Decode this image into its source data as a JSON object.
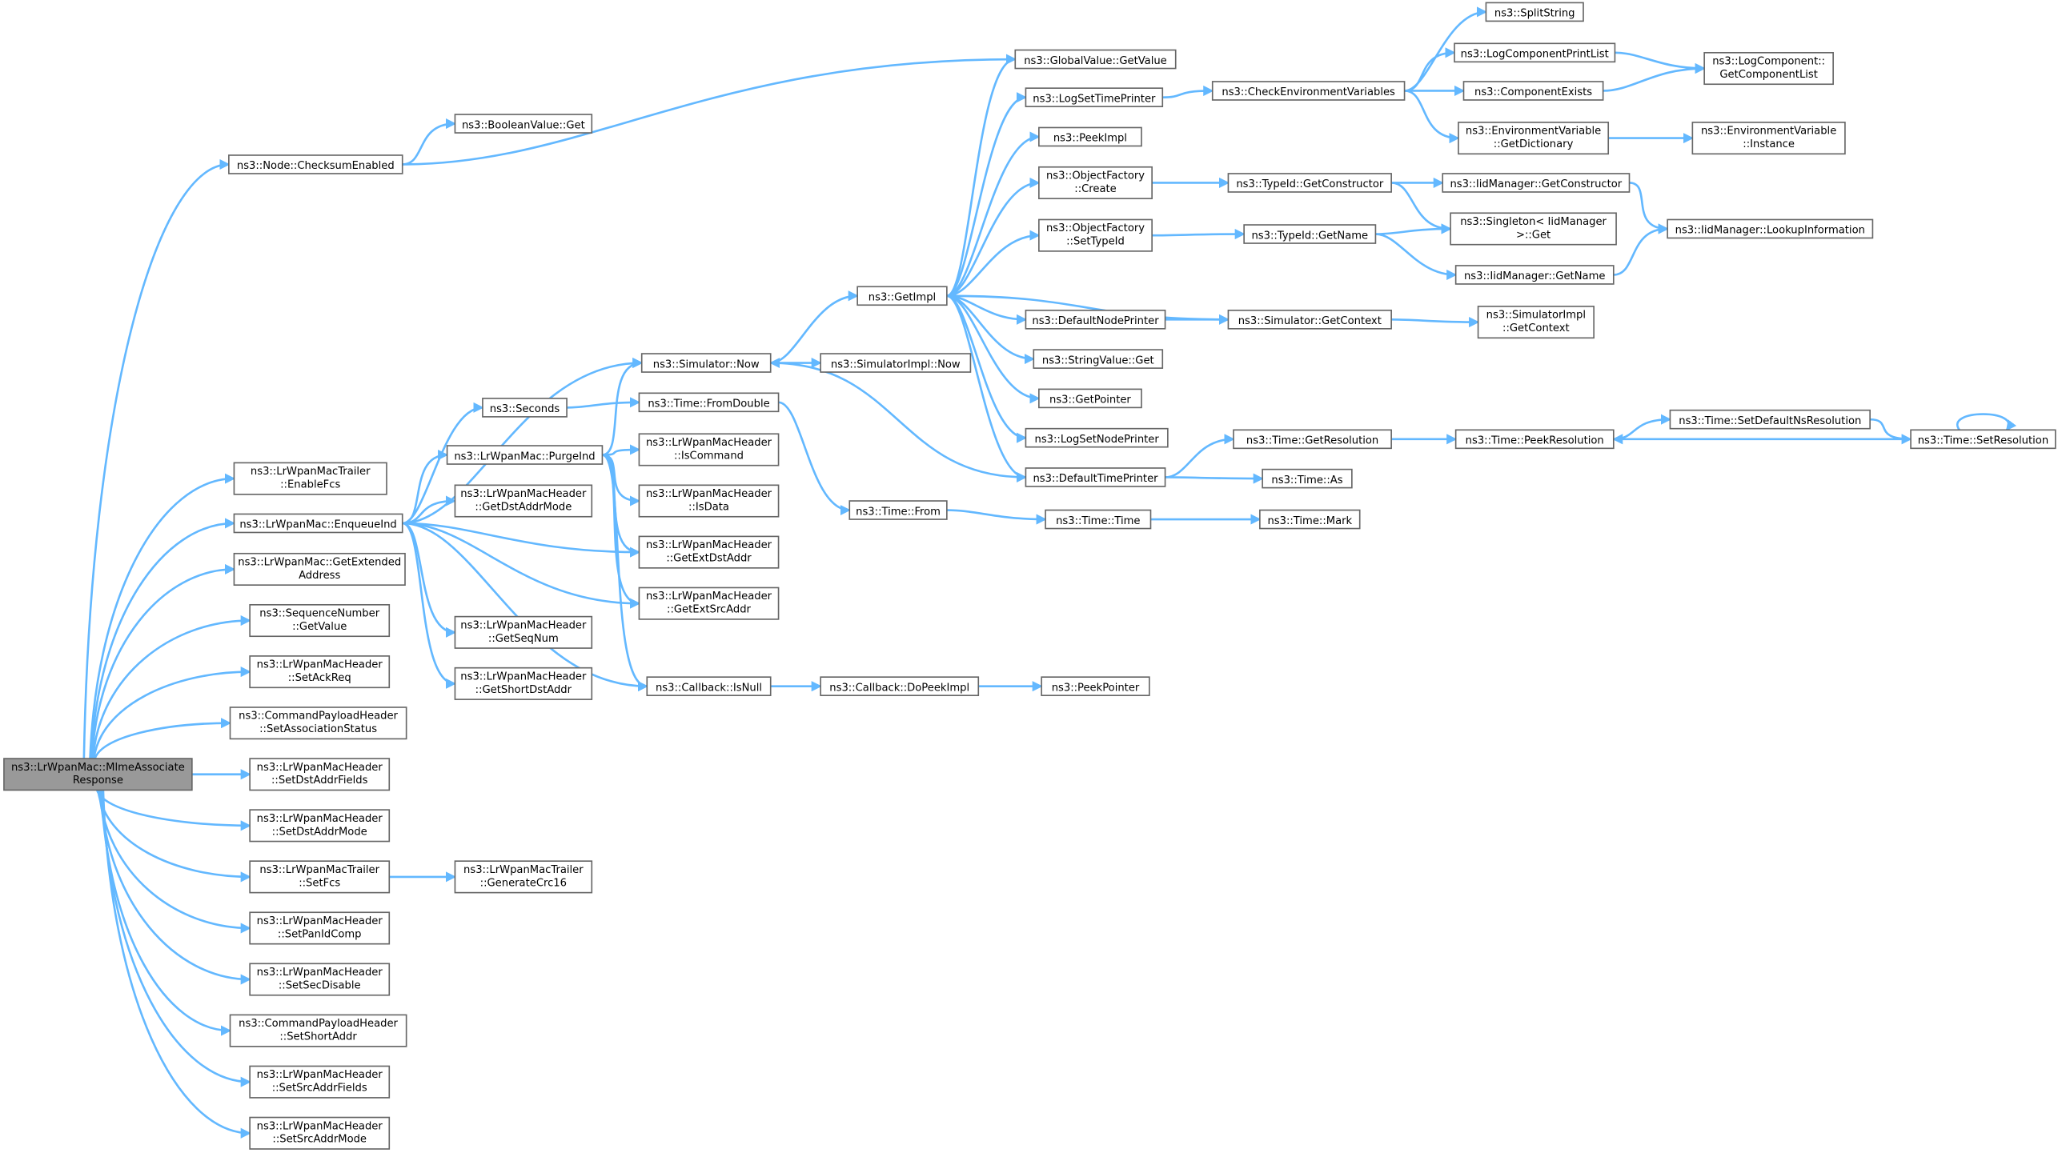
{
  "colors": {
    "edge": "#63b8ff",
    "node_border": "#666666",
    "root_fill": "#999999",
    "node_fill": "#ffffff"
  },
  "nodes": [
    {
      "id": "mlme",
      "lines": [
        "ns3::LrWpanMac::MlmeAssociate",
        "Response"
      ],
      "root": true
    },
    {
      "id": "checksum",
      "lines": [
        "ns3::Node::ChecksumEnabled"
      ]
    },
    {
      "id": "boolget",
      "lines": [
        "ns3::BooleanValue::Get"
      ]
    },
    {
      "id": "globalget",
      "lines": [
        "ns3::GlobalValue::GetValue"
      ]
    },
    {
      "id": "enablefcs",
      "lines": [
        "ns3::LrWpanMacTrailer",
        "::EnableFcs"
      ]
    },
    {
      "id": "enqueue",
      "lines": [
        "ns3::LrWpanMac::EnqueueInd"
      ]
    },
    {
      "id": "getext",
      "lines": [
        "ns3::LrWpanMac::GetExtended",
        "Address"
      ]
    },
    {
      "id": "seqget",
      "lines": [
        "ns3::SequenceNumber",
        "::GetValue"
      ]
    },
    {
      "id": "setackreq",
      "lines": [
        "ns3::LrWpanMacHeader",
        "::SetAckReq"
      ]
    },
    {
      "id": "setassoc",
      "lines": [
        "ns3::CommandPayloadHeader",
        "::SetAssociationStatus"
      ]
    },
    {
      "id": "setdstaddrfields",
      "lines": [
        "ns3::LrWpanMacHeader",
        "::SetDstAddrFields"
      ]
    },
    {
      "id": "setdstaddrmode",
      "lines": [
        "ns3::LrWpanMacHeader",
        "::SetDstAddrMode"
      ]
    },
    {
      "id": "setfcs",
      "lines": [
        "ns3::LrWpanMacTrailer",
        "::SetFcs"
      ]
    },
    {
      "id": "gencrc",
      "lines": [
        "ns3::LrWpanMacTrailer",
        "::GenerateCrc16"
      ]
    },
    {
      "id": "setpanid",
      "lines": [
        "ns3::LrWpanMacHeader",
        "::SetPanIdComp"
      ]
    },
    {
      "id": "setsecdis",
      "lines": [
        "ns3::LrWpanMacHeader",
        "::SetSecDisable"
      ]
    },
    {
      "id": "setshort",
      "lines": [
        "ns3::CommandPayloadHeader",
        "::SetShortAddr"
      ]
    },
    {
      "id": "setsrcfields",
      "lines": [
        "ns3::LrWpanMacHeader",
        "::SetSrcAddrFields"
      ]
    },
    {
      "id": "setsrcmode",
      "lines": [
        "ns3::LrWpanMacHeader",
        "::SetSrcAddrMode"
      ]
    },
    {
      "id": "seconds",
      "lines": [
        "ns3::Seconds"
      ]
    },
    {
      "id": "purge",
      "lines": [
        "ns3::LrWpanMac::PurgeInd"
      ]
    },
    {
      "id": "getdstmode",
      "lines": [
        "ns3::LrWpanMacHeader",
        "::GetDstAddrMode"
      ]
    },
    {
      "id": "getseqnum",
      "lines": [
        "ns3::LrWpanMacHeader",
        "::GetSeqNum"
      ]
    },
    {
      "id": "getshortdst",
      "lines": [
        "ns3::LrWpanMacHeader",
        "::GetShortDstAddr"
      ]
    },
    {
      "id": "simnow",
      "lines": [
        "ns3::Simulator::Now"
      ]
    },
    {
      "id": "fromdouble",
      "lines": [
        "ns3::Time::FromDouble"
      ]
    },
    {
      "id": "iscommand",
      "lines": [
        "ns3::LrWpanMacHeader",
        "::IsCommand"
      ]
    },
    {
      "id": "isdata",
      "lines": [
        "ns3::LrWpanMacHeader",
        "::IsData"
      ]
    },
    {
      "id": "getextdst",
      "lines": [
        "ns3::LrWpanMacHeader",
        "::GetExtDstAddr"
      ]
    },
    {
      "id": "getextsrc",
      "lines": [
        "ns3::LrWpanMacHeader",
        "::GetExtSrcAddr"
      ]
    },
    {
      "id": "isnull",
      "lines": [
        "ns3::Callback::IsNull"
      ]
    },
    {
      "id": "simimplnow",
      "lines": [
        "ns3::SimulatorImpl::Now"
      ]
    },
    {
      "id": "timefrom",
      "lines": [
        "ns3::Time::From"
      ]
    },
    {
      "id": "dopeek",
      "lines": [
        "ns3::Callback::DoPeekImpl"
      ]
    },
    {
      "id": "getimpl",
      "lines": [
        "ns3::GetImpl"
      ]
    },
    {
      "id": "logsettime",
      "lines": [
        "ns3::LogSetTimePrinter"
      ]
    },
    {
      "id": "peekimpl",
      "lines": [
        "ns3::PeekImpl"
      ]
    },
    {
      "id": "ofcreate",
      "lines": [
        "ns3::ObjectFactory",
        "::Create"
      ]
    },
    {
      "id": "ofsettype",
      "lines": [
        "ns3::ObjectFactory",
        "::SetTypeId"
      ]
    },
    {
      "id": "defnode",
      "lines": [
        "ns3::DefaultNodePrinter"
      ]
    },
    {
      "id": "strget",
      "lines": [
        "ns3::StringValue::Get"
      ]
    },
    {
      "id": "getpointer",
      "lines": [
        "ns3::GetPointer"
      ]
    },
    {
      "id": "logsetnode",
      "lines": [
        "ns3::LogSetNodePrinter"
      ]
    },
    {
      "id": "deftime",
      "lines": [
        "ns3::DefaultTimePrinter"
      ]
    },
    {
      "id": "timetime",
      "lines": [
        "ns3::Time::Time"
      ]
    },
    {
      "id": "peekpointer",
      "lines": [
        "ns3::PeekPointer"
      ]
    },
    {
      "id": "checkenv",
      "lines": [
        "ns3::CheckEnvironmentVariables"
      ]
    },
    {
      "id": "typeidgetctor",
      "lines": [
        "ns3::TypeId::GetConstructor"
      ]
    },
    {
      "id": "typeidgetname",
      "lines": [
        "ns3::TypeId::GetName"
      ]
    },
    {
      "id": "simgetctx",
      "lines": [
        "ns3::Simulator::GetContext"
      ]
    },
    {
      "id": "getres",
      "lines": [
        "ns3::Time::GetResolution"
      ]
    },
    {
      "id": "timeas",
      "lines": [
        "ns3::Time::As"
      ]
    },
    {
      "id": "timemark",
      "lines": [
        "ns3::Time::Mark"
      ]
    },
    {
      "id": "splitstring",
      "lines": [
        "ns3::SplitString"
      ]
    },
    {
      "id": "logcompprint",
      "lines": [
        "ns3::LogComponentPrintList"
      ]
    },
    {
      "id": "compexists",
      "lines": [
        "ns3::ComponentExists"
      ]
    },
    {
      "id": "envdict",
      "lines": [
        "ns3::EnvironmentVariable",
        "::GetDictionary"
      ]
    },
    {
      "id": "iidgetctor",
      "lines": [
        "ns3::IidManager::GetConstructor"
      ]
    },
    {
      "id": "singleton",
      "lines": [
        "ns3::Singleton< IidManager",
        ">::Get"
      ]
    },
    {
      "id": "iidgetname",
      "lines": [
        "ns3::IidManager::GetName"
      ]
    },
    {
      "id": "simimplctx",
      "lines": [
        "ns3::SimulatorImpl",
        "::GetContext"
      ]
    },
    {
      "id": "peekres",
      "lines": [
        "ns3::Time::PeekResolution"
      ]
    },
    {
      "id": "logcomplist",
      "lines": [
        "ns3::LogComponent::",
        "GetComponentList"
      ]
    },
    {
      "id": "envinst",
      "lines": [
        "ns3::EnvironmentVariable",
        "::Instance"
      ]
    },
    {
      "id": "iidlookup",
      "lines": [
        "ns3::IidManager::LookupInformation"
      ]
    },
    {
      "id": "setdefres",
      "lines": [
        "ns3::Time::SetDefaultNsResolution"
      ]
    },
    {
      "id": "setres",
      "lines": [
        "ns3::Time::SetResolution"
      ]
    }
  ]
}
